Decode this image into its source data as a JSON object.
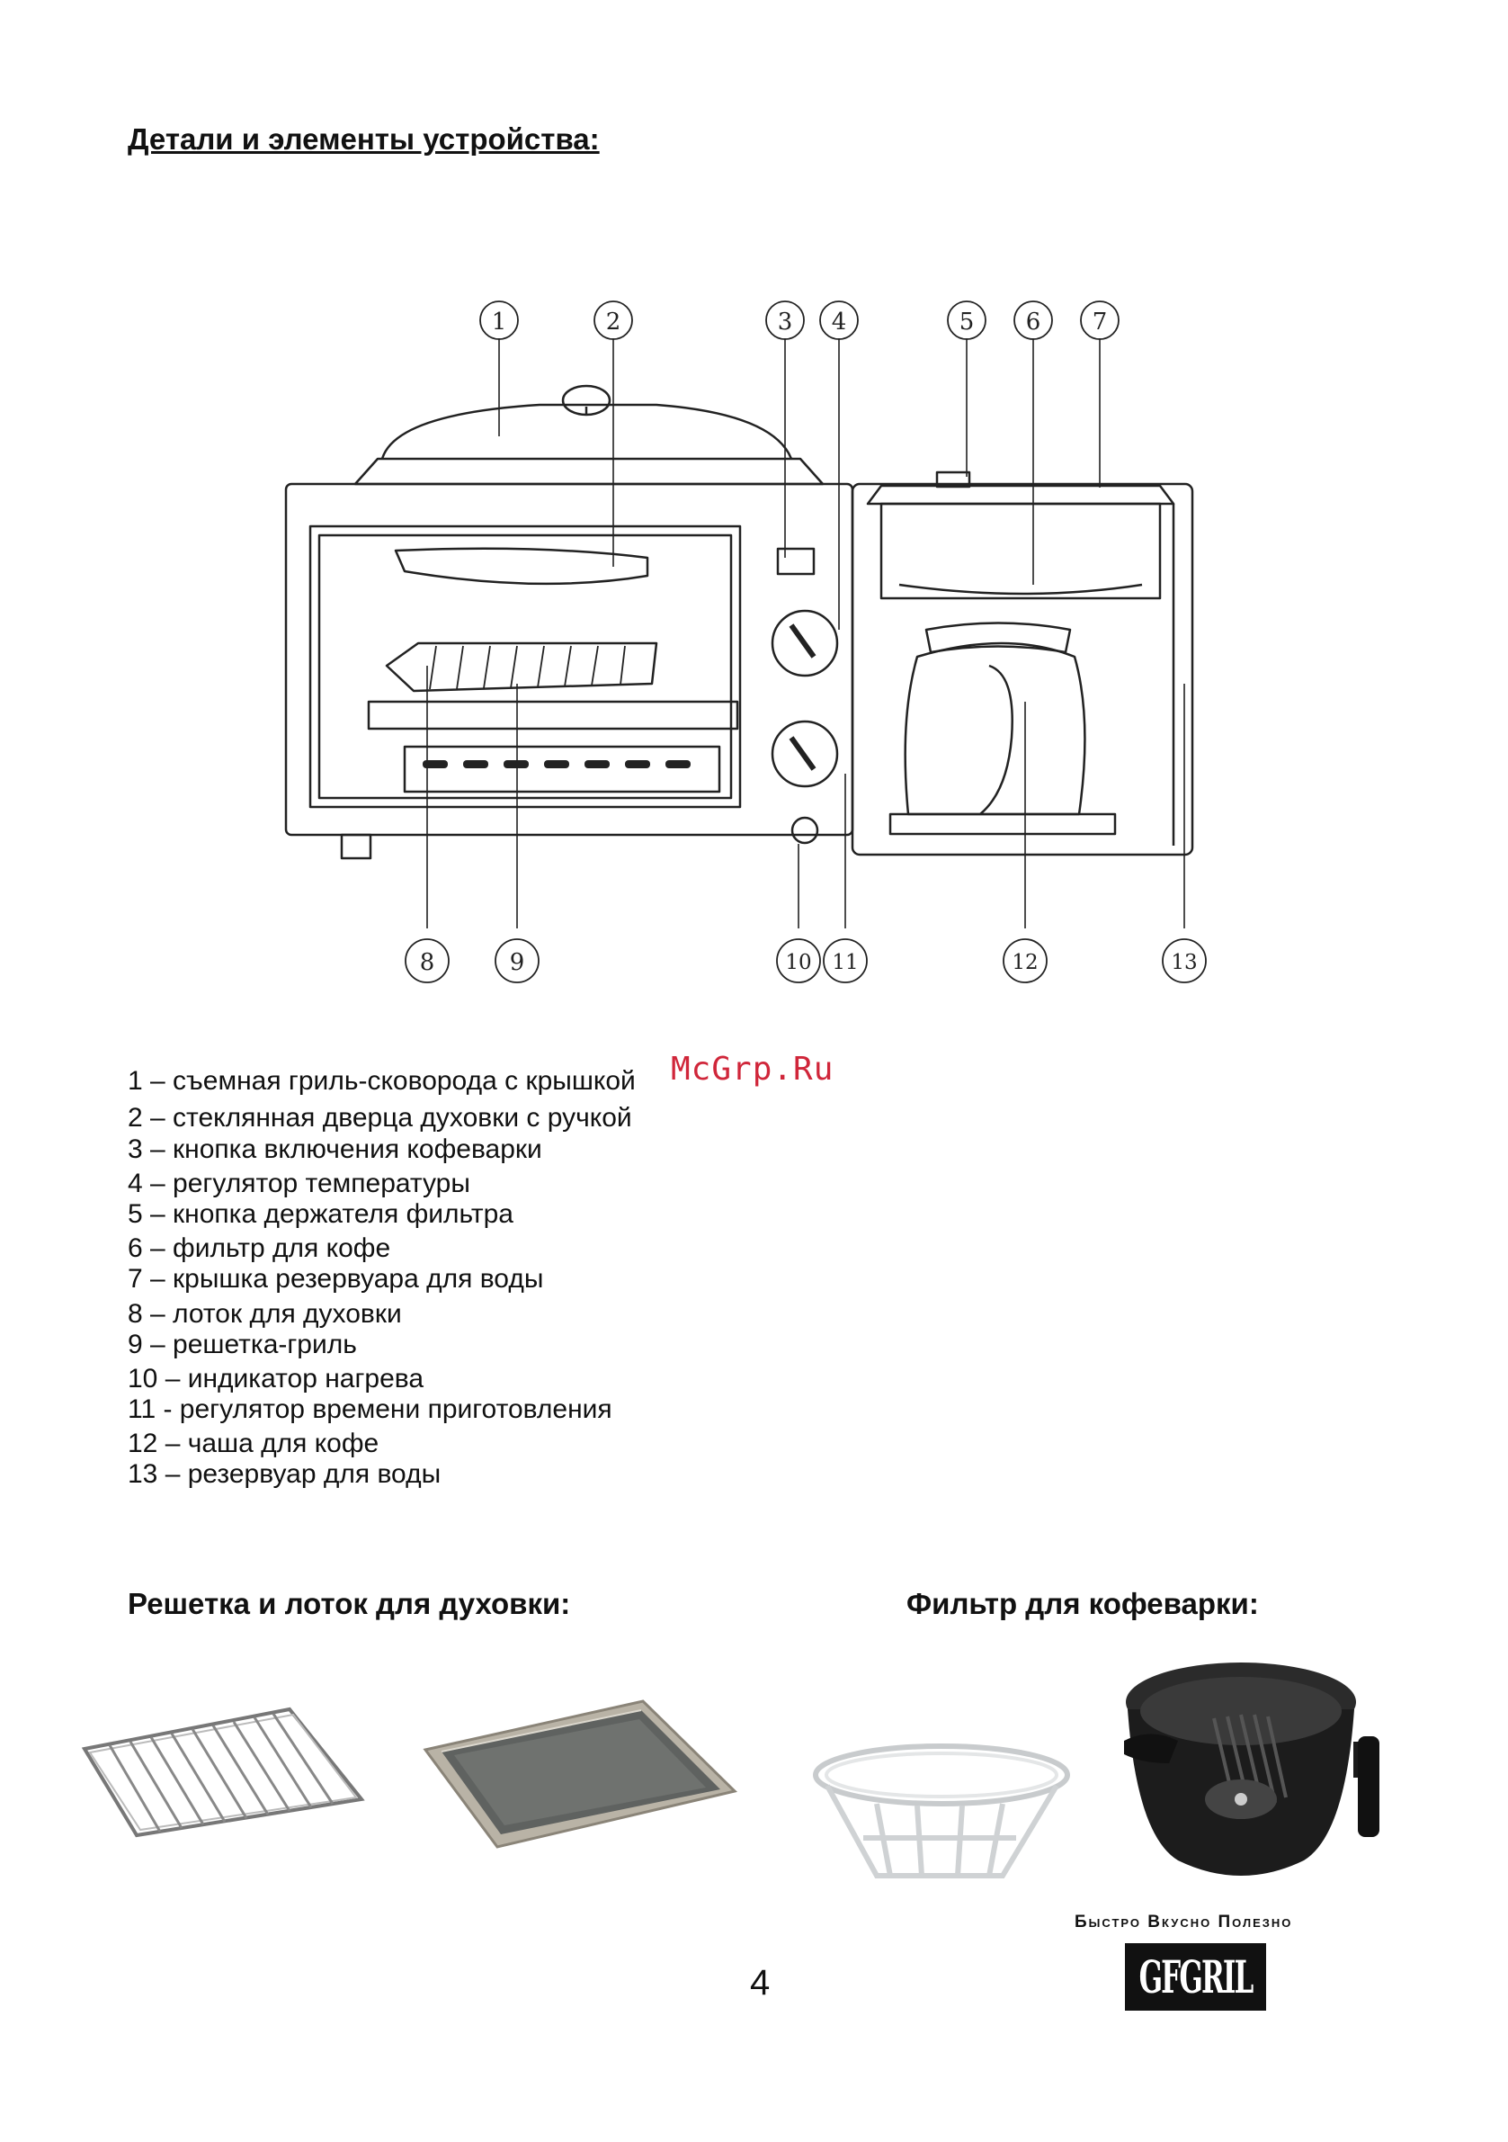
{
  "heading": "Детали и элементы устройства:",
  "callouts": [
    "1",
    "2",
    "3",
    "4",
    "5",
    "6",
    "7",
    "8",
    "9",
    "10",
    "11",
    "12",
    "13"
  ],
  "parts": [
    "1 – съемная гриль-сковорода с крышкой",
    "2 – стеклянная дверца духовки с ручкой",
    "3 – кнопка включения кофеварки",
    "4 – регулятор температуры",
    "5 – кнопка держателя фильтра",
    "6 – фильтр для кофе",
    "7 – крышка резервуара для воды",
    "8 – лоток для духовки",
    "9 – решетка-гриль",
    "10 – индикатор нагрева",
    "11 - регулятор времени приготовления",
    "12 – чаша для кофе",
    "13 – резервуар для воды"
  ],
  "watermark": "McGrp.Ru",
  "accessories_heading": "Решетка и лоток для духовки:",
  "filter_heading": "Фильтр для кофеварки:",
  "slogan": "Быстро Вкусно Полезно",
  "logo": "GFGRIL",
  "page_number": "4"
}
